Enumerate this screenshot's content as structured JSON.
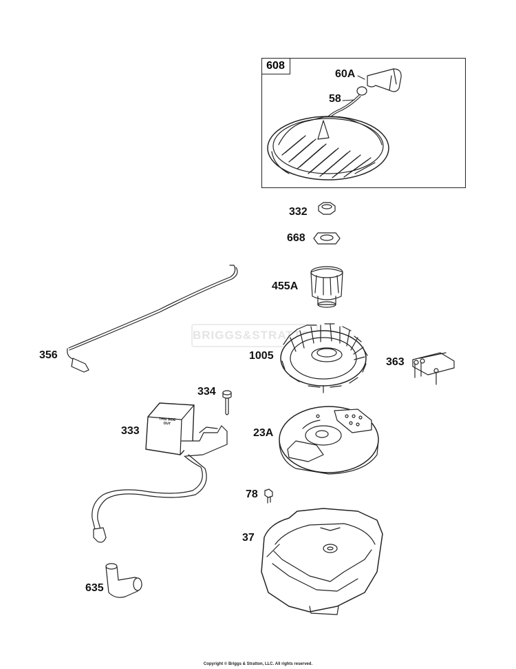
{
  "watermark": "BRIGGS&STRATTON",
  "kit": {
    "label": "608"
  },
  "labels": {
    "p60a": "60A",
    "p58": "58",
    "p332": "332",
    "p668": "668",
    "p455a": "455A",
    "p356": "356",
    "p1005": "1005",
    "p363": "363",
    "p334": "334",
    "p333": "333",
    "p23a": "23A",
    "p78": "78",
    "p37": "37",
    "p635": "635"
  },
  "coil_text": "THIS SIDE OUT",
  "copyright": "Copyright © Briggs & Stratton, LLC. All rights reserved."
}
